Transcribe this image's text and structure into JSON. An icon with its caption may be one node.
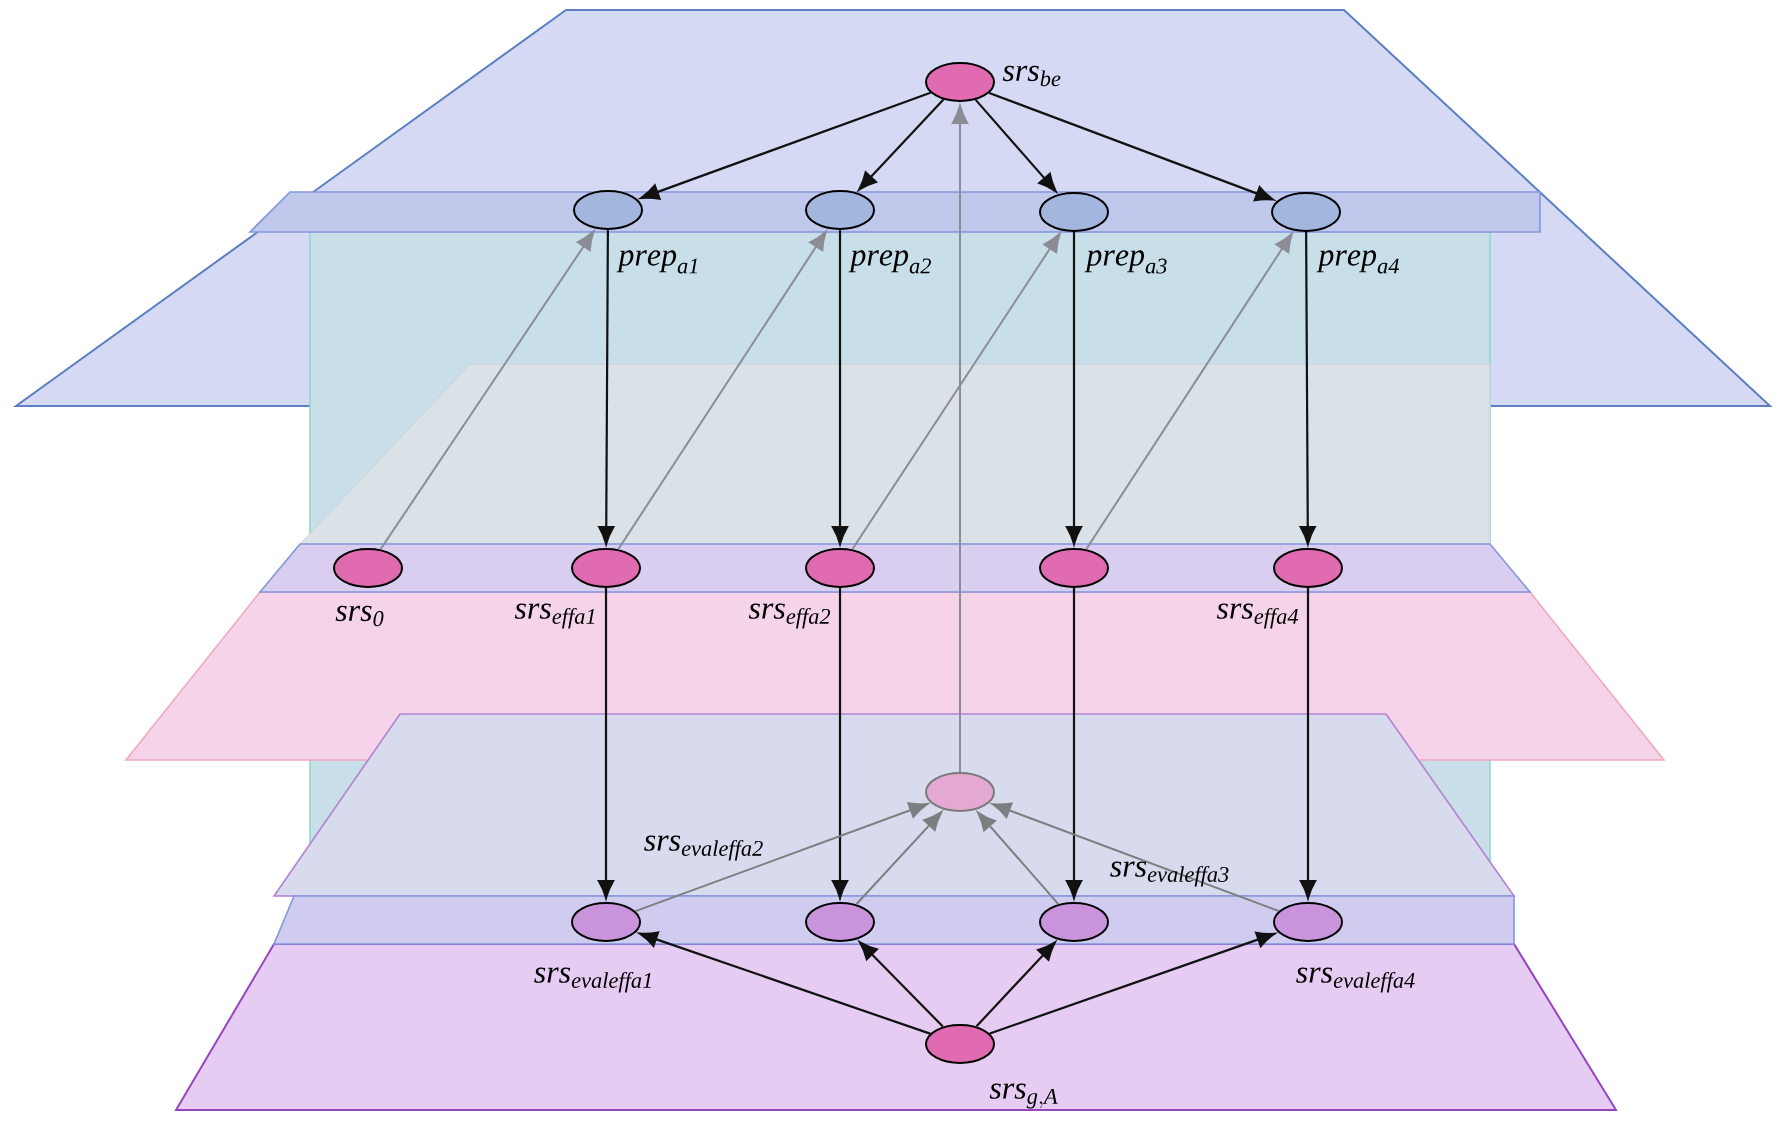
{
  "diagram": {
    "nodes": [
      {
        "text": [],
        "shape": "circle",
        "beside": [
          "\\mathit{srs}_{\\mathit{be}}"
        ]
      },
      {
        "text": [],
        "shape": "circle",
        "beside": [
          "\\mathit{prep}_{\\mathit{a1}}"
        ]
      },
      {
        "text": [],
        "shape": "circle",
        "beside": [
          "\\mathit{prep}_{\\mathit{a2}}"
        ]
      },
      {
        "text": [],
        "shape": "circle",
        "beside": [
          "\\mathit{prep}_{\\mathit{a3}}"
        ]
      },
      {
        "text": [],
        "shape": "circle",
        "beside": [
          "\\mathit{prep}_{\\mathit{a4}}"
        ]
      },
      {
        "text": [],
        "shape": "circle",
        "beside": [
          "\\mathit{srs}_{\\mathit{0}}"
        ]
      },
      {
        "text": [],
        "shape": "circle",
        "beside": [
          "\\mathit{srs}_{\\mathit{effa1}}"
        ]
      },
      {
        "text": [],
        "shape": "circle",
        "beside": [
          "\\mathit{srs}_{\\mathit{effa2}}"
        ]
      },
      {
        "text": [],
        "shape": "circle"
      },
      {
        "text": [],
        "shape": "circle",
        "beside": [
          "\\mathit{srs}_{\\mathit{effa4}}"
        ]
      },
      {
        "text": [],
        "shape": "circle"
      },
      {
        "text": [],
        "shape": "circle",
        "beside": [
          "\\mathit{srs}_{\\mathit{evaleffa1}}"
        ]
      },
      {
        "text": [],
        "shape": "circle",
        "beside": [
          "\\mathit{srs}_{\\mathit{evaleffa2}}"
        ]
      },
      {
        "text": [],
        "shape": "circle",
        "beside": [
          "\\mathit{srs}_{\\mathit{evaleffa3}}"
        ]
      },
      {
        "text": [],
        "shape": "circle",
        "beside": [
          "\\mathit{srs}_{\\mathit{evaleffa4}}"
        ]
      },
      {
        "text": [],
        "shape": "circle",
        "beside": [
          "\\mathit{srs}_{\\mathit{g,A}}"
        ]
      }
    ],
    "edges": [
      {
        "from": 0,
        "to": 1,
        "arrow": "to"
      },
      {
        "from": 0,
        "to": 2,
        "arrow": "to"
      },
      {
        "from": 0,
        "to": 3,
        "arrow": "to"
      },
      {
        "from": 0,
        "to": 4,
        "arrow": "to"
      },
      {
        "from": 5,
        "to": 1,
        "arrow": "to",
        "color": "#8c8c96"
      },
      {
        "from": 6,
        "to": 2,
        "arrow": "to",
        "color": "#8c8c96"
      },
      {
        "from": 7,
        "to": 3,
        "arrow": "to",
        "color": "#8c8c96"
      },
      {
        "from": 8,
        "to": 4,
        "arrow": "to",
        "color": "#8c8c96"
      },
      {
        "from": 1,
        "to": 6,
        "arrow": "to"
      },
      {
        "from": 2,
        "to": 7,
        "arrow": "to"
      },
      {
        "from": 3,
        "to": 8,
        "arrow": "to"
      },
      {
        "from": 4,
        "to": 9,
        "arrow": "to"
      },
      {
        "from": 10,
        "to": 0,
        "arrow": "to",
        "color": "#8c8c96"
      },
      {
        "from": 6,
        "to": 11,
        "arrow": "to"
      },
      {
        "from": 7,
        "to": 12,
        "arrow": "to"
      },
      {
        "from": 8,
        "to": 13,
        "arrow": "to"
      },
      {
        "from": 9,
        "to": 14,
        "arrow": "to"
      },
      {
        "from": 11,
        "to": 10,
        "arrow": "to",
        "color": "#7a7f7f"
      },
      {
        "from": 12,
        "to": 10,
        "arrow": "to",
        "color": "#7a7f7f"
      },
      {
        "from": 13,
        "to": 10,
        "arrow": "to",
        "color": "#7a7f7f"
      },
      {
        "from": 14,
        "to": 10,
        "arrow": "to",
        "color": "#7a7f7f"
      },
      {
        "from": 15,
        "to": 11,
        "arrow": "to"
      },
      {
        "from": 15,
        "to": 12,
        "arrow": "to"
      },
      {
        "from": 15,
        "to": 13,
        "arrow": "to"
      },
      {
        "from": 15,
        "to": 14,
        "arrow": "to"
      }
    ]
  }
}
